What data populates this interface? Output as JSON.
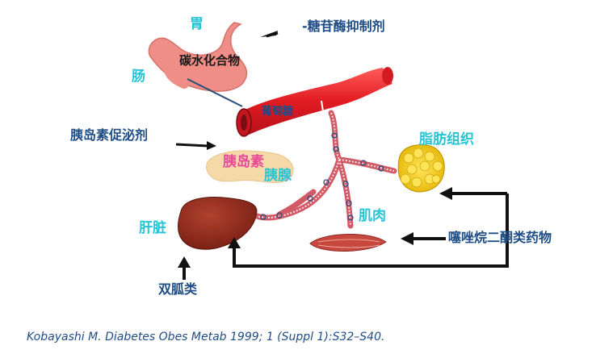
{
  "labels": {
    "stomach": "胃",
    "intestine": "肠",
    "carbohydrate": "碳水化合物",
    "glucose": "葡萄糖",
    "insulin": "胰岛素",
    "pancreas": "胰腺",
    "liver": "肝脏",
    "muscle": "肌肉",
    "adipose": "脂肪组织"
  },
  "drugs": {
    "glucosidase_inhibitor": "-糖苷酶抑制剂",
    "secretagogue": "胰岛素促泌剂",
    "biguanide": "双胍类",
    "thiazolidinedione": "噻唑烷二酮类药物"
  },
  "citation": "Kobayashi M. Diabetes Obes Metab 1999; 1 (Suppl 1):S32–S40.",
  "colors": {
    "label_cyan": "#27c4d6",
    "label_pink": "#e8479a",
    "label_navy": "#1f4d86",
    "vessel_red": "#e11b22",
    "stomach": "#ef8e86",
    "pancreas": "#f6d9a8",
    "liver": "#8a2416",
    "fat": "#f1cf1c",
    "muscle": "#c7483e"
  }
}
